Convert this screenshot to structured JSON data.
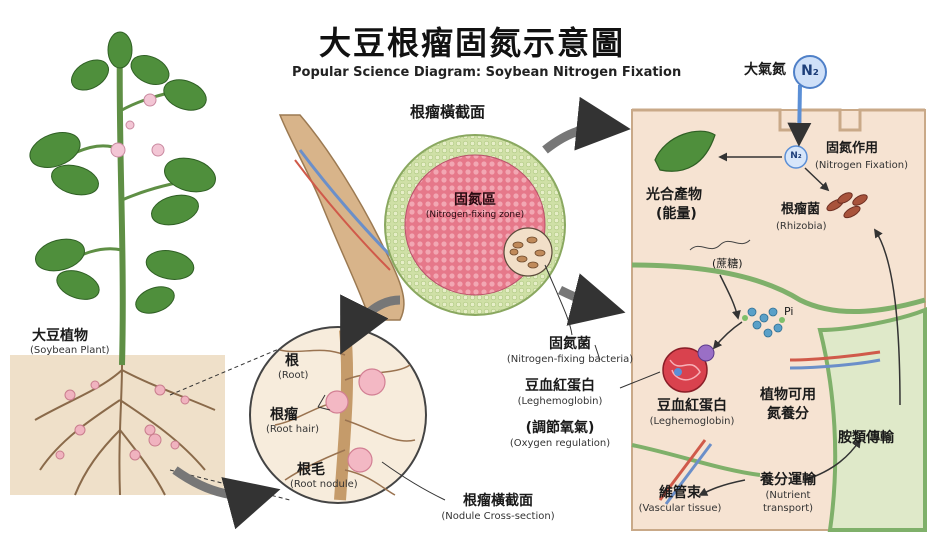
{
  "title": "大豆根瘤固氮示意圖",
  "subtitle": "Popular Science Diagram: Soybean Nitrogen Fixation",
  "atmosphere": {
    "label_zh": "大氣氮",
    "molecule": "N₂"
  },
  "nodule_section_title": "根瘤橫截面",
  "zone": {
    "zh": "固氮區",
    "en": "(Nitrogen-fixing zone)"
  },
  "bacteria": {
    "zh": "固氮菌",
    "en": "(Nitrogen-fixing bacteria)"
  },
  "plant": {
    "zh": "大豆植物",
    "en": "(Soybean Plant)"
  },
  "root": {
    "zh": "根",
    "en": "(Root)"
  },
  "root_hair": {
    "zh": "根瘤",
    "en": "(Root hair)"
  },
  "root_nodule": {
    "zh": "根毛",
    "en": "(Root nodule)"
  },
  "nodule_cross": {
    "zh": "根瘤橫截面",
    "en": "(Nodule Cross-section)"
  },
  "leghemoglobin_left": {
    "zh": "豆血紅蛋白",
    "en": "(Leghemoglobin)"
  },
  "oxygen": {
    "zh": "(調節氧氣)",
    "en": "(Oxygen regulation)"
  },
  "fixation": {
    "zh": "固氮作用",
    "en": "(Nitrogen Fixation)",
    "molecule": "N₂"
  },
  "photosynthate": {
    "zh": "光合產物",
    "zh2": "(能量)",
    "sugar": "(蔗糖)"
  },
  "rhizobia": {
    "zh": "根瘤菌",
    "en": "(Rhizobia)"
  },
  "pi": "Pi",
  "leghemoglobin_right": {
    "zh": "豆血紅蛋白",
    "en": "(Leghemoglobin)"
  },
  "available_n": {
    "line1": "植物可用",
    "line2": "氮養分"
  },
  "amide": "胺類傳輸",
  "vascular": {
    "zh": "維管束",
    "en": "(Vascular tissue)"
  },
  "nutrient": {
    "zh": "養分運輸",
    "en1": "(Nutrient",
    "en2": "transport)"
  },
  "colors": {
    "leaf": "#4f8f3c",
    "nodule": "#e8a0a8",
    "nodule_core": "#d9697a",
    "cell": "#f6e3d2",
    "cell_wall": "#7fb06a",
    "bacteria": "#a0603f",
    "arrow": "#6f6f6f",
    "n2": "#5b8fd6"
  }
}
